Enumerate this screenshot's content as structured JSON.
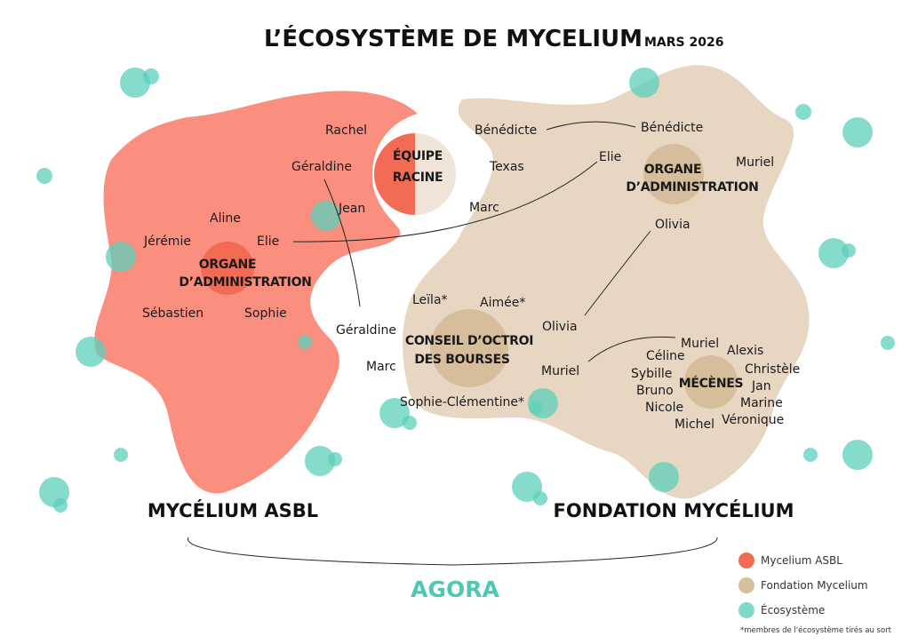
{
  "title": "L’ÉCOSYSTÈME DE MYCELIUM",
  "date": "MARS 2026",
  "colors": {
    "asbl": "#fa8f80",
    "asbl_hub": "#f26b55",
    "fondation": "#e6d6c2",
    "fondation_hub": "#d6bd9b",
    "ecosysteme": "#5ccfbb"
  },
  "hubs": {
    "equipe_racine": [
      "ÉQUIPE",
      "RACINE"
    ],
    "oa_asbl": [
      "ORGANE",
      "D’ADMINISTRATION"
    ],
    "oa_fondation": [
      "ORGANE",
      "D’ADMINISTRATION"
    ],
    "conseil": [
      "CONSEIL D’OCTROI",
      "DES BOURSES"
    ],
    "mecenes": "MÉCÈNES"
  },
  "asbl_names": [
    "Rachel",
    "Géraldine",
    "Jean",
    "Aline",
    "Jérémie",
    "Elie",
    "Sébastien",
    "Sophie"
  ],
  "racine_names": [
    "Bénédicte",
    "Texas",
    "Marc"
  ],
  "fondation_oa_names": [
    "Bénédicte",
    "Elie",
    "Muriel",
    "Olivia"
  ],
  "conseil_names": [
    "Leïla*",
    "Aimée*",
    "Géraldine",
    "Marc",
    "Olivia",
    "Muriel",
    "Sophie-Clémentine*"
  ],
  "mecenes_names": [
    "Muriel",
    "Céline",
    "Sybille",
    "Bruno",
    "Nicole",
    "Michel",
    "Alexis",
    "Christèle",
    "Jan",
    "Marine",
    "Véronique"
  ],
  "org_labels": {
    "asbl": "MYCÉLIUM ASBL",
    "fondation": "FONDATION MYCÉLIUM",
    "agora": "AGORA"
  },
  "legend": [
    {
      "label": "Mycelium ASBL"
    },
    {
      "label": "Fondation Mycelium"
    },
    {
      "label": "Écosystème"
    }
  ],
  "footnote": "*membres de l'écosystème tirés au sort"
}
